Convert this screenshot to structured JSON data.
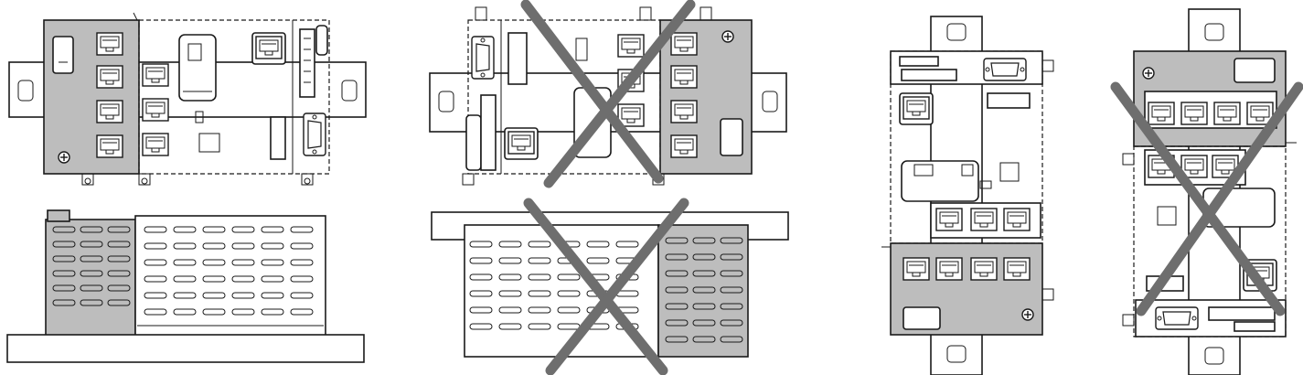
{
  "colors": {
    "line": "#1a1a1a",
    "module_shade": "#bdbdbd",
    "background": "#ffffff",
    "prohibited_cross": "#6e6e6e"
  },
  "views": [
    {
      "orientation": "horizontal",
      "expansion_side": "right",
      "allowed": true
    },
    {
      "orientation": "horizontal",
      "expansion_side": "left",
      "allowed": false
    },
    {
      "orientation": "vertical",
      "expansion_side": "top",
      "allowed": true
    },
    {
      "orientation": "vertical",
      "expansion_side": "bottom",
      "allowed": false
    }
  ],
  "icons": [
    "rj45-port-icon",
    "db9-connector-icon",
    "sd-card-slot-icon",
    "prohibited-cross-icon",
    "din-rail-icon",
    "ground-screw-icon"
  ]
}
